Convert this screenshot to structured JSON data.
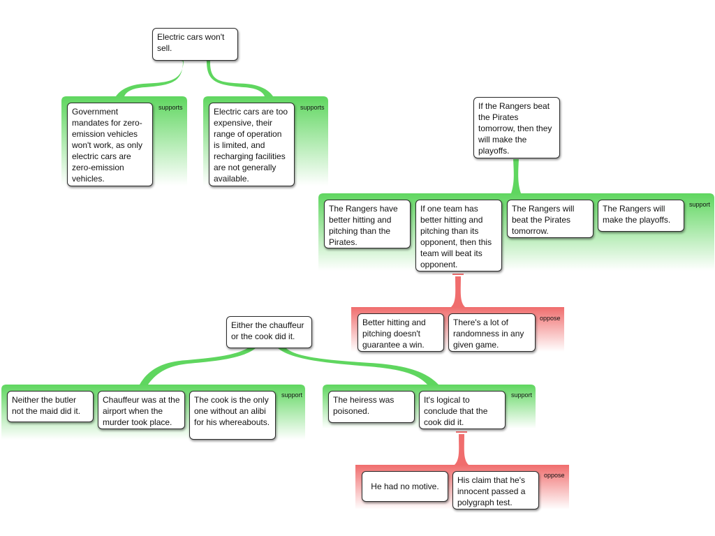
{
  "colors": {
    "support": "#5fd65f",
    "oppose": "#f06d6d",
    "node_border": "#2a2a2a"
  },
  "groups": {
    "g1": {
      "label": "supports"
    },
    "g2": {
      "label": "supports"
    },
    "g3": {
      "label": "support"
    },
    "g4": {
      "label": "oppose"
    },
    "g5": {
      "label": "support"
    },
    "g6": {
      "label": "support"
    },
    "g7": {
      "label": "oppose"
    }
  },
  "nodes": {
    "n1": {
      "text": "Electric cars won't sell."
    },
    "n2": {
      "text": "Government mandates for zero-emission vehicles won't work, as only electric cars are zero-emission vehicles."
    },
    "n3": {
      "text": "Electric cars are too expensive, their range of operation is limited, and recharging facilities are not generally available."
    },
    "n4": {
      "text": "If the Rangers beat the Pirates tomorrow, then they will make the playoffs."
    },
    "n5": {
      "text": "The Rangers have better hitting and pitching than the Pirates."
    },
    "n6": {
      "text": "If one team has better hitting and pitching than its opponent, then this team will beat its opponent."
    },
    "n7": {
      "text": "The Rangers will beat the Pirates tomorrow."
    },
    "n8": {
      "text": "The Rangers will make the playoffs."
    },
    "n9": {
      "text": "Better hitting and pitching doesn't guarantee a win."
    },
    "n10": {
      "text": "There's a lot of randomness in any given game."
    },
    "n11": {
      "text": "Either the chauffeur or the cook did it."
    },
    "n12": {
      "text": "Neither the butler not the maid did it."
    },
    "n13": {
      "text": "Chauffeur was at the airport when the murder took place."
    },
    "n14": {
      "text": "The cook is the only one without an alibi for his whereabouts."
    },
    "n15": {
      "text": "The heiress was poisoned."
    },
    "n16": {
      "text": "It's logical to conclude that the cook did it."
    },
    "n17": {
      "text": "He had no motive."
    },
    "n18": {
      "text": "His claim that he's innocent passed a polygraph test."
    }
  }
}
